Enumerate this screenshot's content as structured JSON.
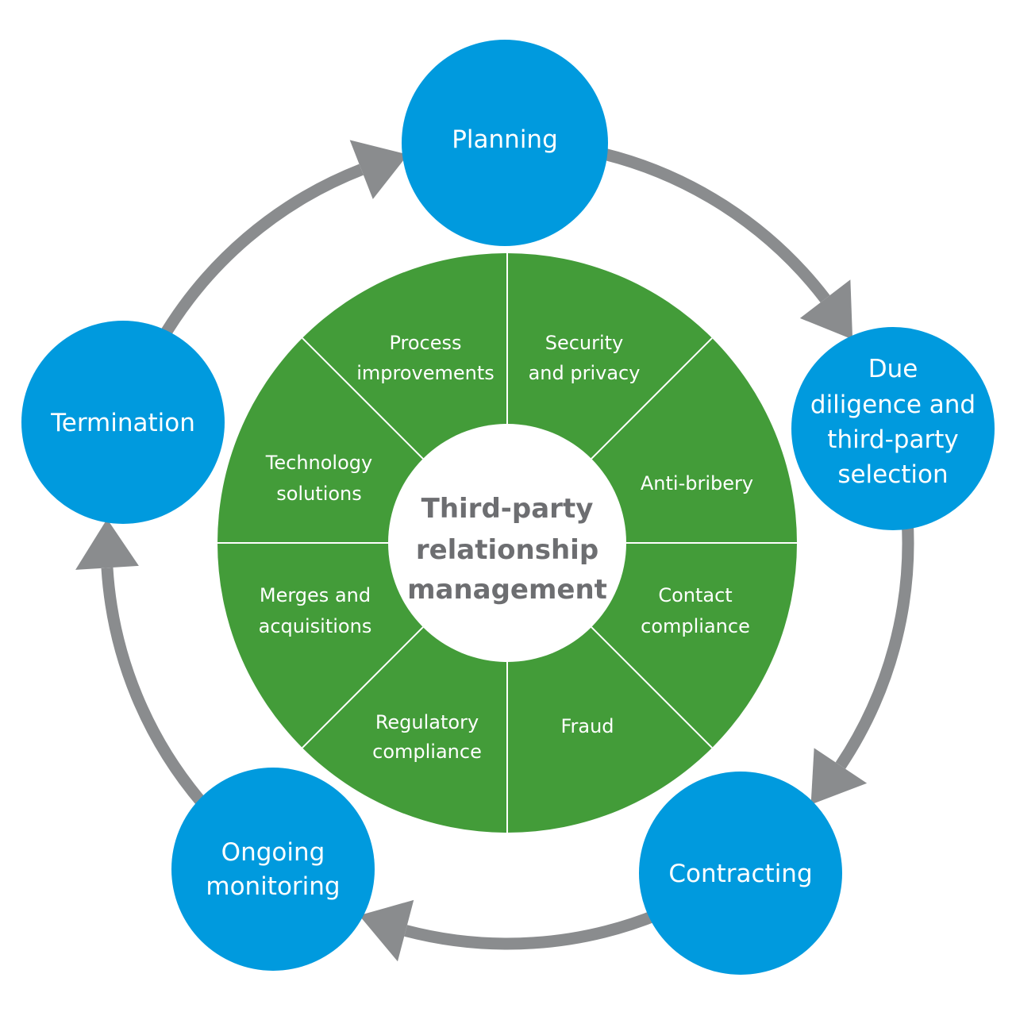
{
  "colors": {
    "stage_fill": "#009ade",
    "segment_fill": "#439c39",
    "divider": "#ffffff",
    "arrow": "#8a8c8e",
    "center_fill": "#ffffff",
    "center_text": "#6d6e71"
  },
  "center": {
    "lines": [
      "Third-party",
      "relationship",
      "management"
    ]
  },
  "stages": [
    {
      "name": "Planning",
      "lines": [
        "Planning"
      ]
    },
    {
      "name": "Due diligence and third-party selection",
      "lines": [
        "Due",
        "diligence and",
        "third-party",
        "selection"
      ]
    },
    {
      "name": "Contracting",
      "lines": [
        "Contracting"
      ]
    },
    {
      "name": "Ongoing monitoring",
      "lines": [
        "Ongoing",
        "monitoring"
      ]
    },
    {
      "name": "Termination",
      "lines": [
        "Termination"
      ]
    }
  ],
  "segments": [
    {
      "name": "Security and privacy",
      "lines": [
        "Security",
        "and privacy"
      ]
    },
    {
      "name": "Anti-bribery",
      "lines": [
        "Anti-bribery"
      ]
    },
    {
      "name": "Contact compliance",
      "lines": [
        "Contact",
        "compliance"
      ]
    },
    {
      "name": "Fraud",
      "lines": [
        "Fraud"
      ]
    },
    {
      "name": "Regulatory compliance",
      "lines": [
        "Regulatory",
        "compliance"
      ]
    },
    {
      "name": "Merges and acquisitions",
      "lines": [
        "Merges and",
        "acquisitions"
      ]
    },
    {
      "name": "Technology solutions",
      "lines": [
        "Technology",
        "solutions"
      ]
    },
    {
      "name": "Process improvements",
      "lines": [
        "Process",
        "improvements"
      ]
    }
  ]
}
